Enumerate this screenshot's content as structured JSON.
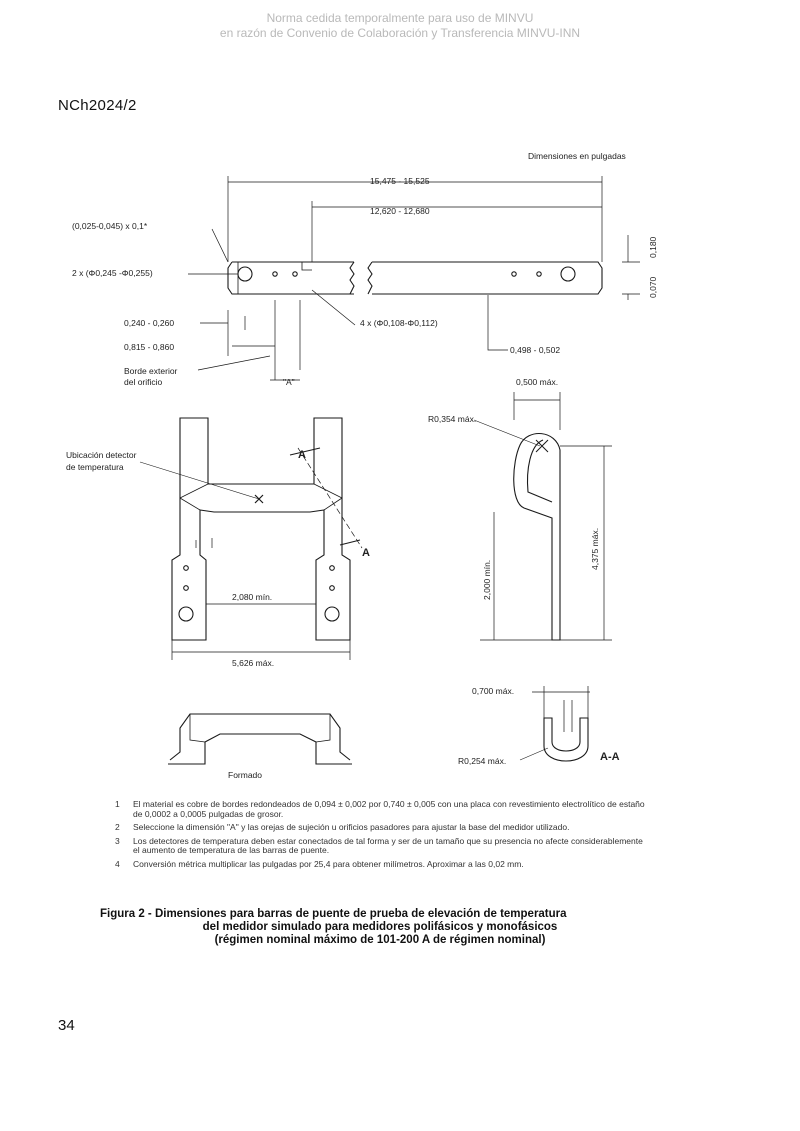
{
  "watermark": {
    "line1": "Norma cedida temporalmente para uso de MINVU",
    "line2": "en razón de Convenio de Colaboración y Transferencia MINVU-INN"
  },
  "header": {
    "doc_code": "NCh2024/2"
  },
  "drawing": {
    "units_note": "Dimensiones en pulgadas",
    "dim_total_length": "15,475 - 15,525",
    "dim_inner_length": "12,620 - 12,680",
    "dim_chamfer": "(0,025-0,045) x 0,1*",
    "dim_large_holes": "2 x (Φ0,245 -Φ0,255)",
    "dim_height_top": "0,180",
    "dim_height_bottom": "0,070",
    "dim_hole_offset": "0,240 - 0,260",
    "dim_slot_offset": "0,815 - 0,860",
    "dim_small_holes": "4 x (Φ0,108-Φ0,112)",
    "dim_end_width": "0,498 - 0,502",
    "label_edge": "Borde exterior",
    "label_edge2": "del orificio",
    "label_A": "\"A\"",
    "label_sensor": "Ubicación detector",
    "label_sensor2": "de temperatura",
    "dim_inner_span": "2,080 mín.",
    "dim_outer_span": "5,626 máx.",
    "label_section_arrow_1": "A",
    "label_section_arrow_2": "A",
    "dim_hook_width": "0,500 máx.",
    "dim_hook_radius": "R0,354 máx.",
    "dim_side_height": "2,000 mín.",
    "dim_total_height": "4,375 máx.",
    "dim_section_width": "0,700 máx.",
    "dim_section_radius": "R0,254 máx.",
    "label_section": "A-A",
    "label_formed": "Formado"
  },
  "notes": [
    {
      "num": "1",
      "text": "El material es cobre de bordes redondeados de 0,094 ± 0,002 por 0,740 ± 0,005 con una placa con revestimiento electrolítico de estaño de 0,0002 a 0,0005 pulgadas de grosor."
    },
    {
      "num": "2",
      "text": "Seleccione la dimensión \"A\" y las orejas de sujeción u orificios pasadores para ajustar la base del medidor utilizado."
    },
    {
      "num": "3",
      "text": "Los detectores de temperatura deben estar conectados de tal forma y ser de un tamaño que su presencia no afecte considerablemente el aumento de temperatura de las barras de puente."
    },
    {
      "num": "4",
      "text": "Conversión métrica multiplicar las pulgadas por 25,4 para obtener milímetros. Aproximar a las 0,02 mm."
    }
  ],
  "caption": {
    "line1": "Figura 2 - Dimensiones para barras de puente de prueba de elevación de temperatura",
    "line2": "del medidor simulado para medidores polifásicos y monofásicos",
    "line3": "(régimen nominal máximo de 101-200 A de régimen nominal)"
  },
  "footer": {
    "page_number": "34"
  }
}
